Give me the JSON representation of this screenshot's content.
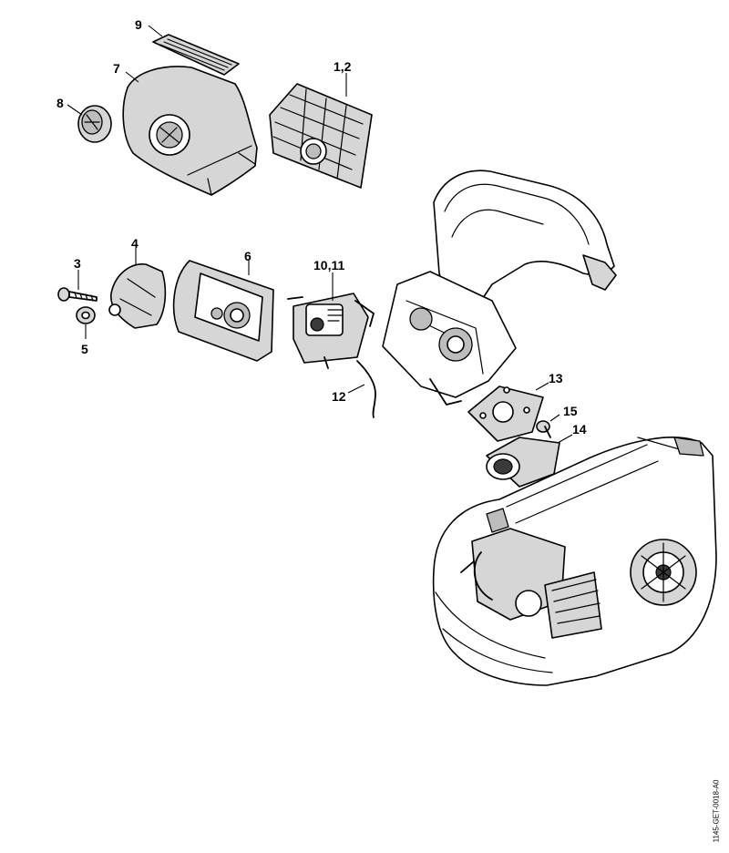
{
  "diagram": {
    "callouts": [
      {
        "id": "9",
        "label": "9"
      },
      {
        "id": "7",
        "label": "7"
      },
      {
        "id": "1-2",
        "label": "1,2"
      },
      {
        "id": "8",
        "label": "8"
      },
      {
        "id": "4",
        "label": "4"
      },
      {
        "id": "6",
        "label": "6"
      },
      {
        "id": "10-11",
        "label": "10,11"
      },
      {
        "id": "3",
        "label": "3"
      },
      {
        "id": "5",
        "label": "5"
      },
      {
        "id": "12",
        "label": "12"
      },
      {
        "id": "13",
        "label": "13"
      },
      {
        "id": "15",
        "label": "15"
      },
      {
        "id": "14",
        "label": "14"
      }
    ],
    "reference_code": "1145-GET-0018-A0"
  }
}
